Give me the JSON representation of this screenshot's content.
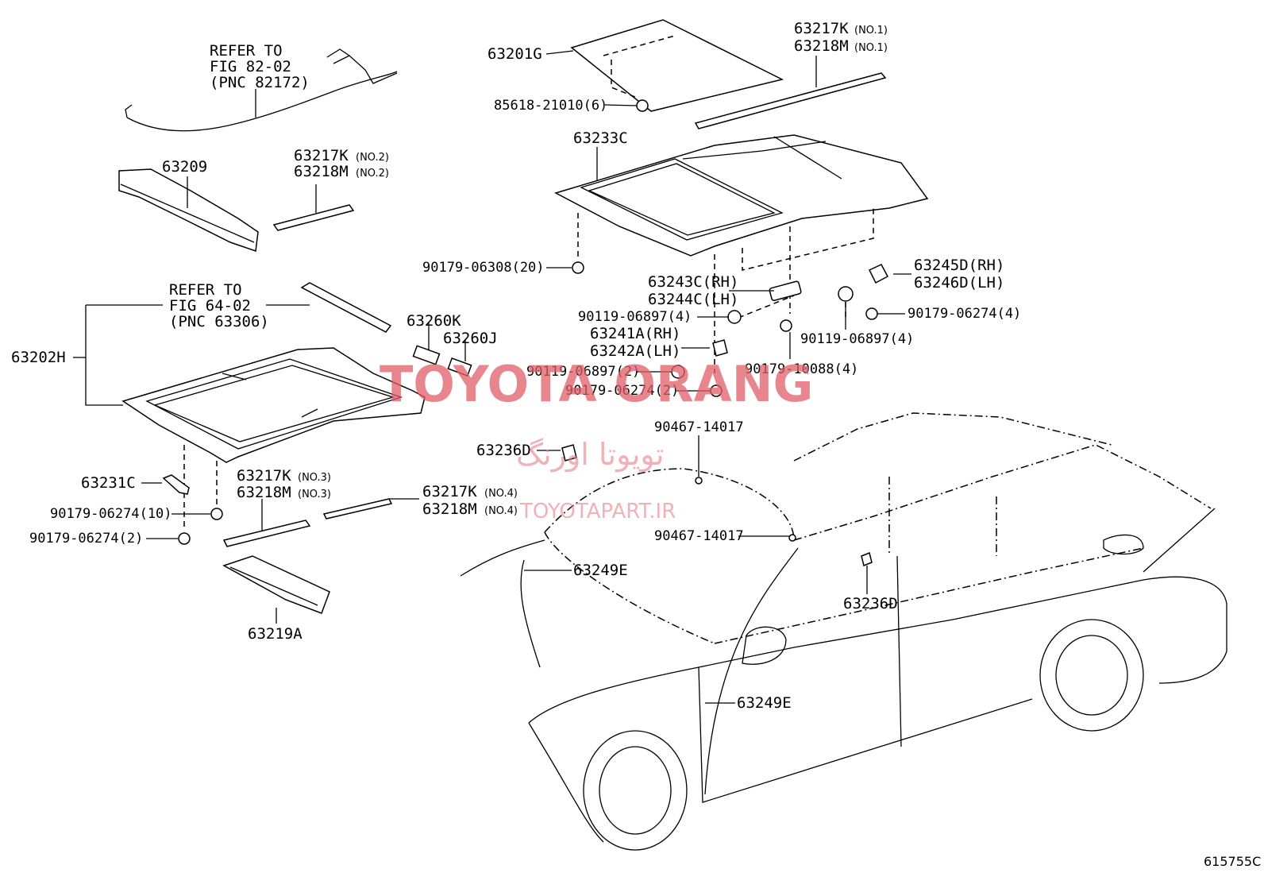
{
  "diagram": {
    "references": {
      "ref_82": [
        "REFER TO",
        "FIG 82-02",
        "(PNC 82172)"
      ],
      "ref_64": [
        "REFER TO",
        "FIG 64-02",
        "(PNC 63306)"
      ]
    },
    "labels": {
      "p63201G": "63201G",
      "p63217K_1": "63217K",
      "p63217K_1_note": "(NO.1)",
      "p63218M_1": "63218M",
      "p63218M_1_note": "(NO.1)",
      "p85618": "85618-21010(6)",
      "p63233C": "63233C",
      "p63209": "63209",
      "p63217K_2": "63217K",
      "p63217K_2_note": "(NO.2)",
      "p63218M_2": "63218M",
      "p63218M_2_note": "(NO.2)",
      "p90179_06308": "90179-06308(20)",
      "p63245D": "63245D(RH)",
      "p63246D": "63246D(LH)",
      "p63243C": "63243C(RH)",
      "p63244C": "63244C(LH)",
      "p90119_a": "90119-06897(4)",
      "p90179_06274_4": "90179-06274(4)",
      "p63241A": "63241A(RH)",
      "p63242A": "63242A(LH)",
      "p90119_b": "90119-06897(4)",
      "p90119_c": "90119-06897(2)",
      "p90179_10088": "90179-10088(4)",
      "p90179_06274_2a": "90179-06274(2)",
      "p63202H": "63202H",
      "p63260K": "63260K",
      "p63260J": "63260J",
      "p90467_a": "90467-14017",
      "p63236D_a": "63236D",
      "p90467_b": "90467-14017",
      "p63231C": "63231C",
      "p63217K_3": "63217K",
      "p63217K_3_note": "(NO.3)",
      "p63218M_3": "63218M",
      "p63218M_3_note": "(NO.3)",
      "p63217K_4": "63217K",
      "p63217K_4_note": "(NO.4)",
      "p63218M_4": "63218M",
      "p63218M_4_note": "(NO.4)",
      "p90179_06274_10": "90179-06274(10)",
      "p90179_06274_2b": "90179-06274(2)",
      "p63249E_a": "63249E",
      "p63236D_b": "63236D",
      "p63219A": "63219A",
      "p63249E_b": "63249E"
    },
    "watermark": {
      "main": "TOYOTA ORANG",
      "persian": "تویوتا اورنگ",
      "url": "TOYOTAPART.IR"
    },
    "figure_code": "615755C"
  },
  "colors": {
    "line": "#000000",
    "watermark": "#e06068"
  }
}
